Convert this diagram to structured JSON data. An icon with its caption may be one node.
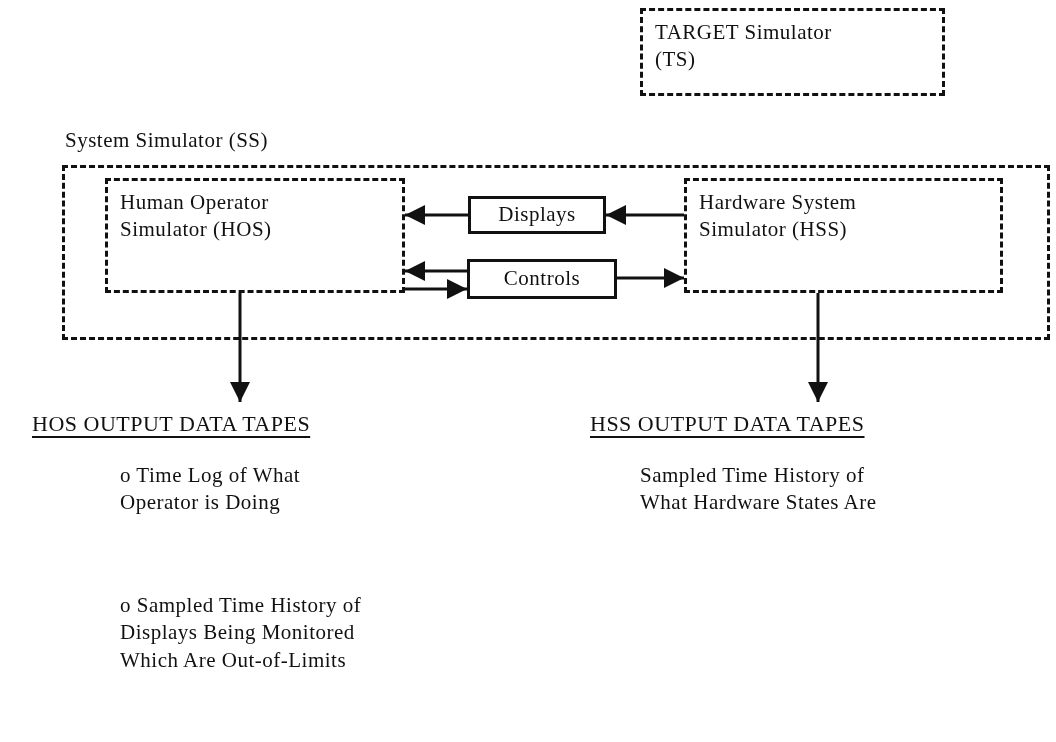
{
  "diagram": {
    "nodes": [
      {
        "text": [
          "TARGET Simulator (TS)"
        ]
      },
      {
        "text": [
          "System Simulator (SS)"
        ]
      },
      {
        "text": [
          "Human Operator Simulator (HOS)"
        ],
        "in": 1
      },
      {
        "text": [
          "Displays"
        ],
        "in": 1
      },
      {
        "text": [
          "Controls"
        ],
        "in": 1
      },
      {
        "text": [
          "Hardware System Simulator (HSS)"
        ],
        "in": 1
      },
      {
        "text": [
          "HOS OUTPUT DATA TAPES"
        ],
        "beside": [
          "o Time Log of What Operator is Doing",
          "o Sampled Time History of Displays Being Monitored Which Are Out-of-Limits"
        ]
      },
      {
        "text": [
          "HSS OUTPUT DATA TAPES"
        ],
        "beside": [
          "Sampled Time History of What Hardware States Are"
        ]
      }
    ],
    "edges": [
      {
        "from": 5,
        "to": 3,
        "arrow": "to"
      },
      {
        "from": 3,
        "to": 2,
        "arrow": "to"
      },
      {
        "from": 4,
        "to": 2,
        "arrow": "to"
      },
      {
        "from": 2,
        "to": 4,
        "arrow": "to"
      },
      {
        "from": 4,
        "to": 5,
        "arrow": "to"
      },
      {
        "from": 2,
        "to": 6,
        "arrow": "to"
      },
      {
        "from": 5,
        "to": 7,
        "arrow": "to"
      }
    ]
  }
}
